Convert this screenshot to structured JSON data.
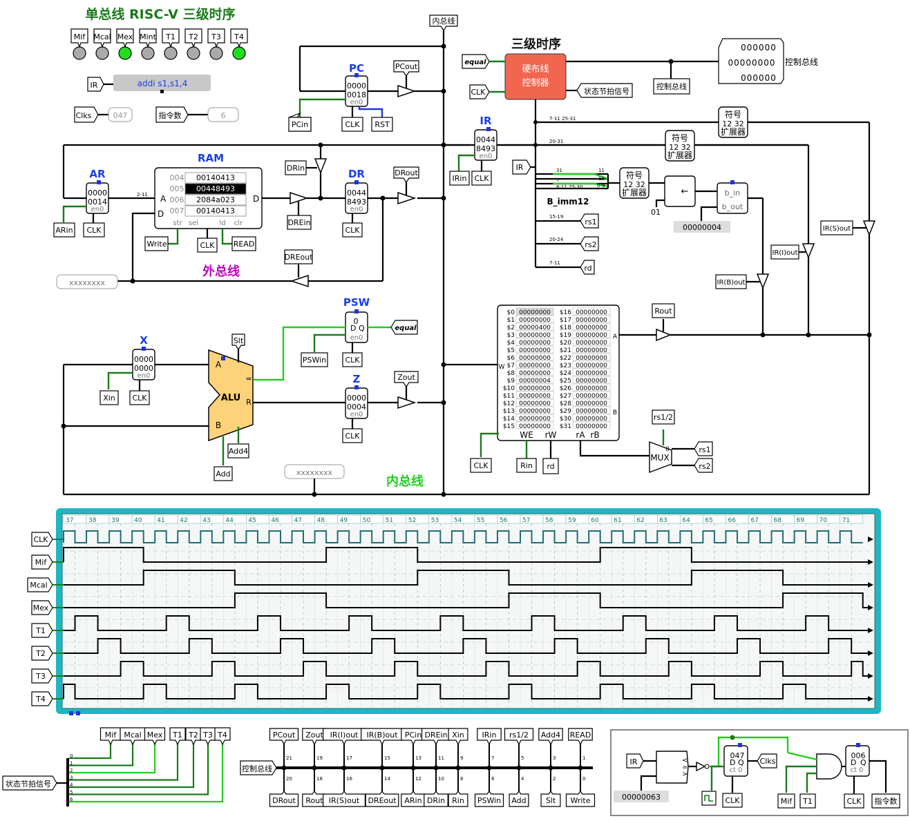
{
  "header": {
    "title": "单总线 RISC-V 三级时序",
    "subtitle": "三级时序"
  },
  "leds": [
    {
      "label": "Mif",
      "on": false
    },
    {
      "label": "Mcal",
      "on": false
    },
    {
      "label": "Mex",
      "on": true
    },
    {
      "label": "Mint",
      "on": false
    },
    {
      "label": "T1",
      "on": false
    },
    {
      "label": "T2",
      "on": false
    },
    {
      "label": "T3",
      "on": false
    },
    {
      "label": "T4",
      "on": true
    }
  ],
  "ir_display": {
    "label": "IR",
    "value": "addi s1,s1,4"
  },
  "clks": {
    "label": "Clks",
    "value": "047"
  },
  "inst_count": {
    "label": "指令数",
    "value": "6"
  },
  "buses": {
    "inner": "内总线",
    "inner_bus_label": "内总线",
    "outer_bus_label": "外总线",
    "control_bus": "控制总线",
    "control_bus_value": [
      "000000",
      "00000000",
      "000000"
    ]
  },
  "pc": {
    "title": "PC",
    "value": [
      "0000",
      "0018"
    ],
    "en": "en0",
    "pins": [
      "PCout",
      "PCin",
      "CLK",
      "RST"
    ]
  },
  "controller": {
    "line1": "硬布线",
    "line2": "控制器",
    "equal": "equal",
    "clk": "CLK",
    "state": "状态节拍信号",
    "bus": "控制总线"
  },
  "ir": {
    "title": "IR",
    "value": [
      "0044",
      "8493"
    ],
    "en": "en0",
    "pins": [
      "IRin",
      "CLK"
    ]
  },
  "ar": {
    "title": "AR",
    "value": [
      "0000",
      "0014"
    ],
    "en": "en0",
    "pins": [
      "ARin",
      "CLK"
    ]
  },
  "ram": {
    "title": "RAM",
    "rows": [
      {
        "addr": "004",
        "val": "00140413",
        "sel": false
      },
      {
        "addr": "005",
        "val": "00448493",
        "sel": true
      },
      {
        "addr": "006",
        "val": "2084a023",
        "sel": false
      },
      {
        "addr": "007",
        "val": "00140413",
        "sel": false
      }
    ],
    "ports": [
      "A",
      "D",
      "D"
    ],
    "bottom": [
      "str",
      "sel",
      "ld",
      "clr"
    ],
    "pins": [
      "Write",
      "CLK",
      "READ"
    ],
    "split": "2-11"
  },
  "dr": {
    "title": "DR",
    "value": [
      "0044",
      "8493"
    ],
    "en": "en0",
    "pins": [
      "DRin",
      "DRout",
      "DREin",
      "DREout",
      "CLK"
    ]
  },
  "outer_display": "xxxxxxxx",
  "inner_display": "xxxxxxxx",
  "psw": {
    "title": "PSW",
    "value": "0",
    "d": "D",
    "q": "Q",
    "en": "en0",
    "pins": [
      "PSWin",
      "CLK"
    ],
    "equal": "equal"
  },
  "x": {
    "title": "X",
    "value": [
      "0000",
      "0000"
    ],
    "en": "en0",
    "pins": [
      "Xin",
      "CLK"
    ]
  },
  "alu": {
    "label": "ALU",
    "a": "A",
    "b": "B",
    "eq": "=",
    "r": "R",
    "pins": [
      "Slt",
      "Add4",
      "Add"
    ]
  },
  "z": {
    "title": "Z",
    "value": [
      "0000",
      "0004"
    ],
    "en": "en0",
    "pins": [
      "Zout",
      "CLK"
    ]
  },
  "sext": [
    {
      "l1": "符号",
      "l2": "12 32",
      "l3": "扩展器"
    },
    {
      "l1": "符号",
      "l2": "12 32",
      "l3": "扩展器"
    },
    {
      "l1": "符号",
      "l2": "12 32",
      "l3": "扩展器"
    }
  ],
  "ir_fields": {
    "f1": "7-11 25-31",
    "f2": "20-31",
    "f3": "31",
    "f4": "7",
    "f5": "8-11 25-30",
    "f6": "11",
    "f7": "10",
    "f8": "0-9",
    "f9": "15-19",
    "f10": "20-24",
    "f11": "7-11",
    "bimm": "B_imm12",
    "ir": "IR",
    "rs1": "rs1",
    "rs2": "rs2",
    "rd": "rd",
    "const01": "01",
    "const4": "00000004",
    "bin": "b_in",
    "bout": "b_out"
  },
  "gates": {
    "irs": "IR(S)out",
    "iri": "IR(I)out",
    "irb": "IR(B)out",
    "rout": "Rout"
  },
  "regfile": {
    "left": [
      {
        "n": "$0",
        "v": "00000000"
      },
      {
        "n": "$1",
        "v": "00000000"
      },
      {
        "n": "$2",
        "v": "00000400"
      },
      {
        "n": "$3",
        "v": "00000000"
      },
      {
        "n": "$4",
        "v": "00000000"
      },
      {
        "n": "$5",
        "v": "00000000"
      },
      {
        "n": "$6",
        "v": "00000000"
      },
      {
        "n": "$7",
        "v": "00000000"
      },
      {
        "n": "$8",
        "v": "00000000"
      },
      {
        "n": "$9",
        "v": "00000004"
      },
      {
        "n": "$10",
        "v": "00000000"
      },
      {
        "n": "$11",
        "v": "00000000"
      },
      {
        "n": "$12",
        "v": "00000000"
      },
      {
        "n": "$13",
        "v": "00000000"
      },
      {
        "n": "$14",
        "v": "00000000"
      },
      {
        "n": "$15",
        "v": "00000000"
      }
    ],
    "right": [
      {
        "n": "$16",
        "v": "00000000"
      },
      {
        "n": "$17",
        "v": "00000000"
      },
      {
        "n": "$18",
        "v": "00000000"
      },
      {
        "n": "$19",
        "v": "00000000"
      },
      {
        "n": "$20",
        "v": "00000000"
      },
      {
        "n": "$21",
        "v": "00000000"
      },
      {
        "n": "$22",
        "v": "00000000"
      },
      {
        "n": "$23",
        "v": "00000000"
      },
      {
        "n": "$24",
        "v": "00000000"
      },
      {
        "n": "$25",
        "v": "00000000"
      },
      {
        "n": "$26",
        "v": "00000000"
      },
      {
        "n": "$27",
        "v": "00000000"
      },
      {
        "n": "$28",
        "v": "00000000"
      },
      {
        "n": "$29",
        "v": "00000000"
      },
      {
        "n": "$30",
        "v": "00000000"
      },
      {
        "n": "$31",
        "v": "00000000"
      }
    ],
    "ports": {
      "we": "WE",
      "rw": "rW",
      "ra": "rA",
      "rb": "rB",
      "w": "W",
      "a": "A",
      "b": "B"
    },
    "pins": [
      "CLK",
      "Rin",
      "rd"
    ],
    "mux": "MUX",
    "mux_sel": "rs1/2",
    "mux_in": [
      "rs1",
      "rs2"
    ],
    "mux_zero": "0"
  },
  "timing": {
    "ticks": [
      "37",
      "38",
      "39",
      "40",
      "41",
      "42",
      "43",
      "44",
      "45",
      "46",
      "47",
      "48",
      "49",
      "50",
      "51",
      "52",
      "53",
      "54",
      "55",
      "56",
      "57",
      "58",
      "59",
      "60",
      "61",
      "62",
      "63",
      "64",
      "65",
      "66",
      "67",
      "68",
      "69",
      "70",
      "71"
    ],
    "signals": [
      "CLK",
      "Mif",
      "Mcal",
      "Mex",
      "T1",
      "T2",
      "T3",
      "T4"
    ]
  },
  "state_decoder": {
    "label": "状态节拍信号",
    "outs": [
      "Mif",
      "Mcal",
      "Mex",
      "T1",
      "T2",
      "T3",
      "T4"
    ],
    "bits": [
      "0",
      "1",
      "2",
      "3",
      "4",
      "5",
      "6"
    ]
  },
  "ctrl_decoder": {
    "label": "控制总线",
    "top": [
      "PCout",
      "Zout",
      "IR(I)out",
      "IR(B)out",
      "PCin",
      "DREin",
      "Xin",
      "IRin",
      "rs1/2",
      "Add4",
      "READ"
    ],
    "bottom": [
      "DRout",
      "Rout",
      "IR(S)out",
      "DREout",
      "ARin",
      "DRin",
      "Rin",
      "PSWin",
      "Add",
      "Slt",
      "Write"
    ],
    "top_bits": [
      "21",
      "19",
      "17",
      "15",
      "13",
      "11",
      "9",
      "7",
      "5",
      "3",
      "1"
    ],
    "bottom_bits": [
      "20",
      "18",
      "16",
      "14",
      "12",
      "10",
      "8",
      "6",
      "4",
      "2",
      "0"
    ]
  },
  "counter_box": {
    "ir": "IR",
    "value": "00000063",
    "cmp": [
      "<",
      "=",
      ">"
    ],
    "cnt1": "047",
    "cnt2": "006",
    "clks": "Clks",
    "inst": "指令数",
    "pins": [
      "CLK",
      "Mif",
      "T1",
      "CLK"
    ],
    "dq": [
      "D",
      "Q"
    ],
    "ct": "ct 0"
  }
}
